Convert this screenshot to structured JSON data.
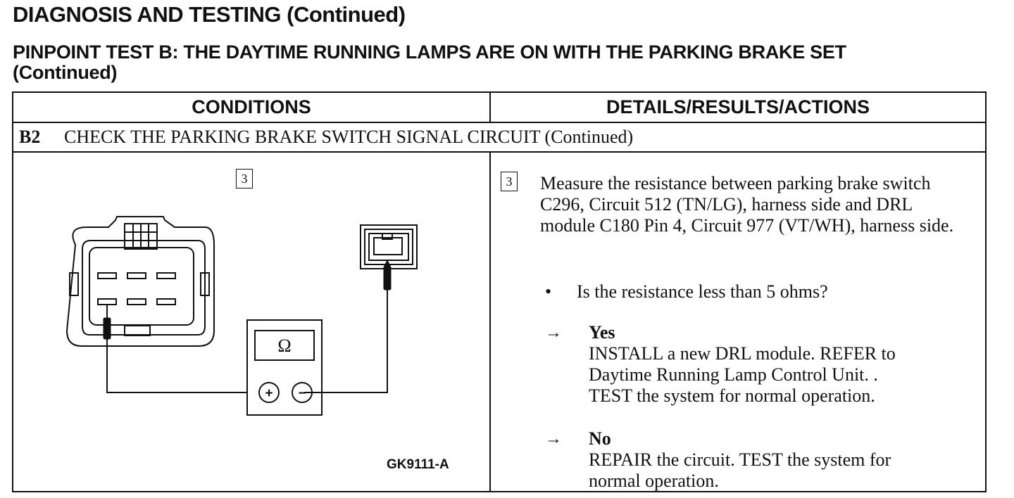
{
  "header": {
    "title": "DIAGNOSIS AND TESTING (Continued)",
    "test_title_line1": "PINPOINT TEST B:  THE DAYTIME RUNNING LAMPS ARE ON WITH THE PARKING BRAKE SET",
    "test_title_line2": "(Continued)"
  },
  "table": {
    "col_conditions": "CONDITIONS",
    "col_details": "DETAILS/RESULTS/ACTIONS",
    "step_id": "B2",
    "step_title": "CHECK THE PARKING BRAKE SWITCH SIGNAL CIRCUIT (Continued)"
  },
  "conditions": {
    "step_number": "3",
    "meter_symbol": "Ω",
    "plus_symbol": "+",
    "minus_symbol": "−",
    "figure_code": "GK9111-A"
  },
  "details": {
    "step_number": "3",
    "measure_text": "Measure the resistance between parking brake switch C296, Circuit 512 (TN/LG), harness side and DRL module C180 Pin 4, Circuit 977 (VT/WH), harness side.",
    "bullet": "•",
    "question": "Is the resistance less than 5 ohms?",
    "arrow": "→",
    "yes": {
      "label": "Yes",
      "line1": "INSTALL a new DRL module. REFER to",
      "line2": "Daytime Running Lamp Control Unit. .",
      "line3": "TEST the system for normal operation."
    },
    "no": {
      "label": "No",
      "line1": "REPAIR the circuit. TEST the system for",
      "line2": "normal operation."
    }
  }
}
